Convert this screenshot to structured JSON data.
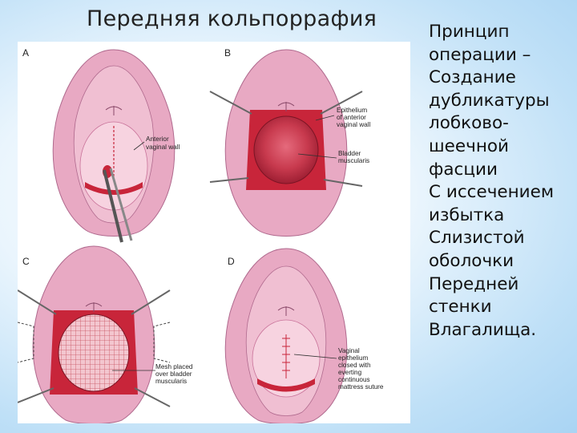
{
  "title": "Передняя кольпоррафия",
  "description_lines": [
    "Принцип",
    "операции –",
    "Создание",
    "дубликатуры",
    "лобково-",
    "шеечной",
    "фасции",
    "С иссечением",
    "избытка",
    "Слизистой",
    "оболочки",
    "Передней",
    "стенки",
    "Влагалища."
  ],
  "panels": {
    "a": {
      "letter": "A",
      "label": [
        "Anterior",
        "vaginal wall"
      ]
    },
    "b": {
      "letter": "B",
      "label1": [
        "Epithelium",
        "of anterior",
        "vaginal wall"
      ],
      "label2": [
        "Bladder",
        "muscularis"
      ]
    },
    "c": {
      "letter": "C",
      "label": [
        "Mesh placed",
        "over bladder",
        "muscularis"
      ]
    },
    "d": {
      "letter": "D",
      "label": [
        "Vaginal",
        "epithelium",
        "closed with",
        "everting",
        "continuous",
        "mattress suture"
      ]
    }
  },
  "colors": {
    "tissue": "#e8a9c3",
    "tissue_dark": "#c9739a",
    "incision": "#c8253a",
    "bladder": "#b8283c"
  }
}
